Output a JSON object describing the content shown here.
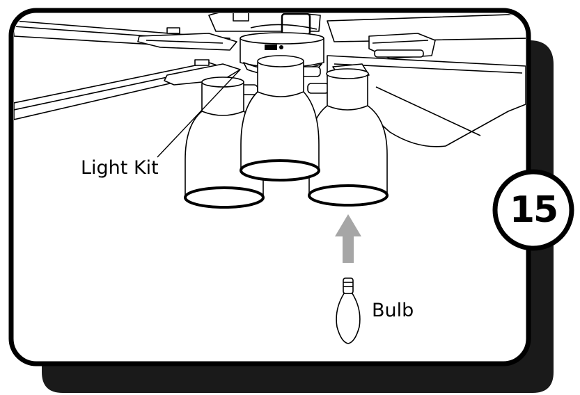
{
  "labels": {
    "light_kit": "Light Kit",
    "bulb": "Bulb"
  },
  "step": {
    "number": "15"
  },
  "colors": {
    "frame": "#000000",
    "shadow": "#1a1a1a",
    "line": "#000000",
    "arrow": "#a6a6a6",
    "background": "#ffffff"
  },
  "icons": {
    "arrow": "up-arrow-icon",
    "bulb": "candelabra-bulb-icon",
    "fan": "ceiling-fan-light-kit-icon"
  }
}
